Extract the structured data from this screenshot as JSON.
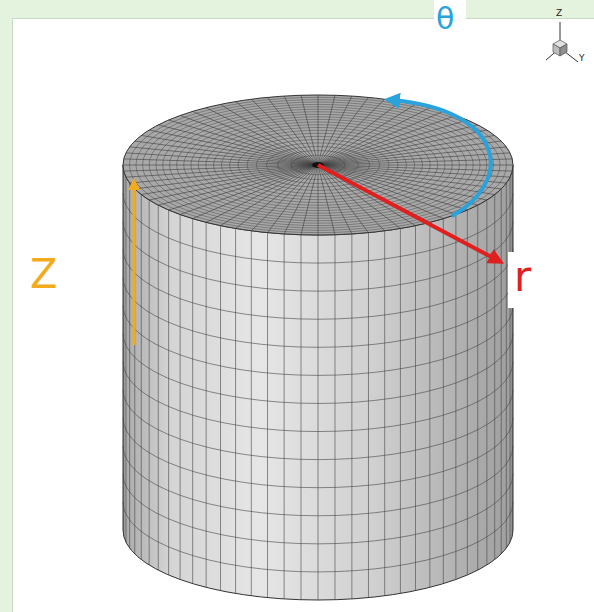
{
  "diagram": {
    "labels": [
      "θ",
      "Z",
      "r",
      "Z",
      "Y"
    ]
  }
}
